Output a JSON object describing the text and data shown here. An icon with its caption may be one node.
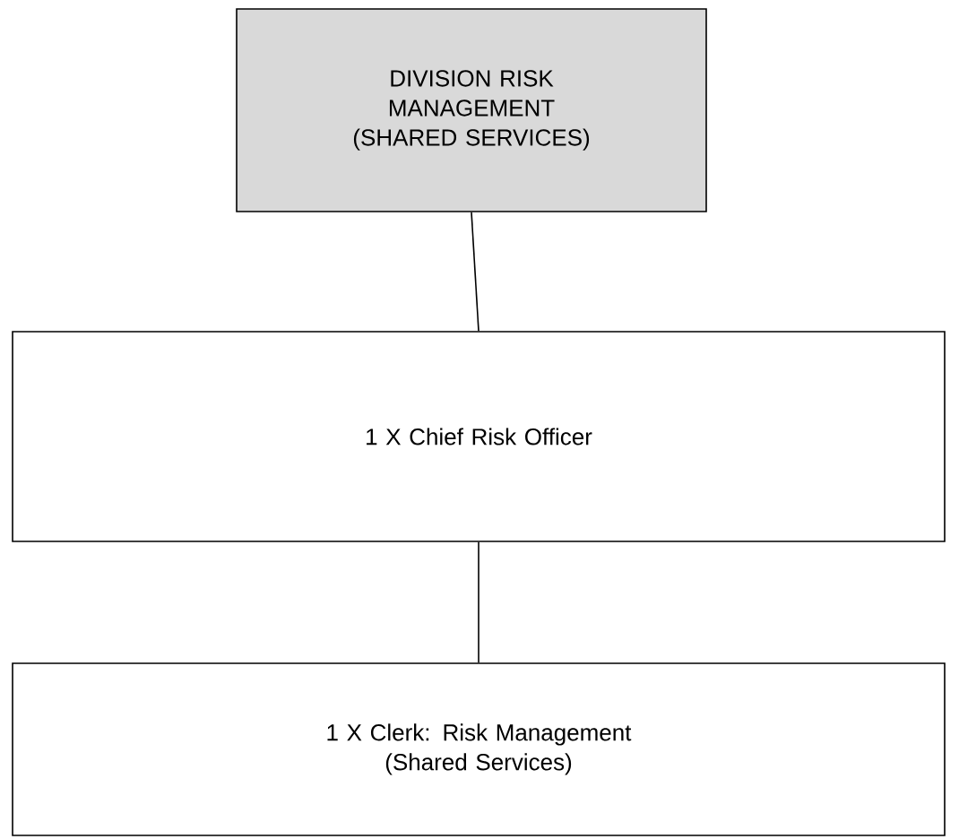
{
  "diagram": {
    "nodes": [
      {
        "text": [
          "DIVISION RISK MANAGEMENT (SHARED SERVICES)"
        ]
      },
      {
        "text": [
          "1 X Chief Risk Officer"
        ]
      },
      {
        "text": [
          "1 X Clerk: Risk Management (Shared Services)"
        ]
      }
    ],
    "edges": [
      {
        "from": 0,
        "to": 1,
        "arrow": "none"
      },
      {
        "from": 1,
        "to": 2,
        "arrow": "none"
      }
    ]
  }
}
